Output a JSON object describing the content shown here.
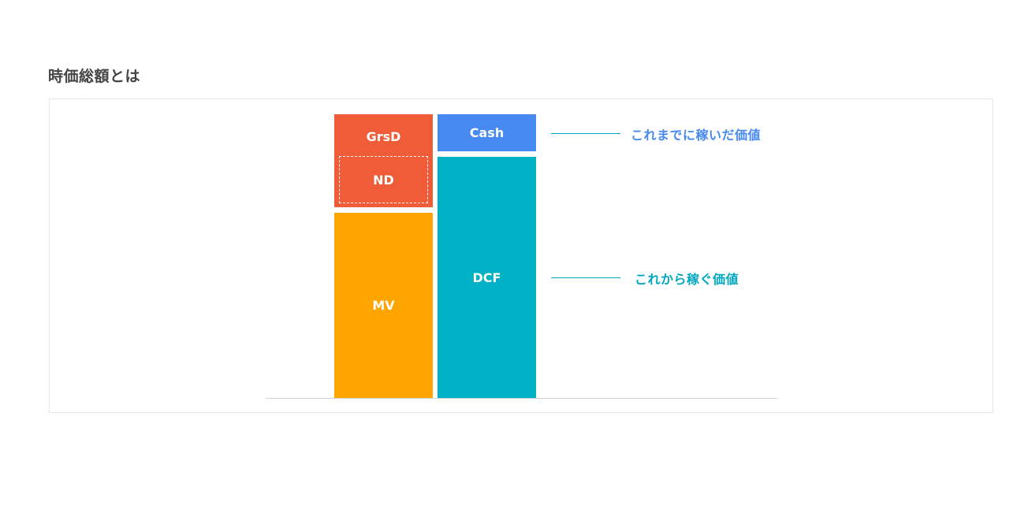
{
  "heading": "時価総額とは",
  "diagram": {
    "blocks": {
      "grsd": "GrsD",
      "nd": "ND",
      "mv": "MV",
      "cash": "Cash",
      "dcf": "DCF"
    },
    "callouts": {
      "earned": "これまでに稼いだ価値",
      "future": "これから稼ぐ価値"
    },
    "colors": {
      "grsd": "#f05c38",
      "mv": "#ffa500",
      "cash": "#4689f0",
      "dcf": "#00b0c4",
      "earned_text": "#4689f0",
      "future_text": "#00a8bf"
    }
  }
}
